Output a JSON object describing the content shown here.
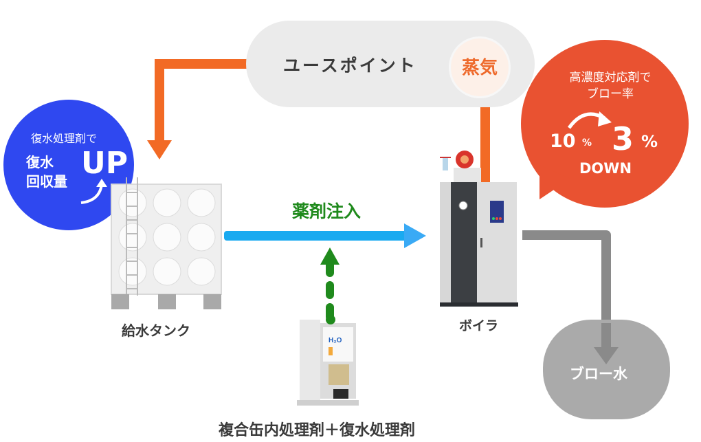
{
  "diagram": {
    "use_point": {
      "label": "ユースポイント",
      "steam_label": "蒸気"
    },
    "recovery_bubble": {
      "caption": "復水処理剤で",
      "subject": "復水回収量",
      "subject_line1": "復水",
      "subject_line2": "回収量",
      "effect": "UP",
      "color": "#2f48f0"
    },
    "blow_bubble": {
      "caption_line1": "高濃度対応剤で",
      "caption_line2": "ブロー率",
      "before_value": "10",
      "before_unit": "%",
      "after_value": "3",
      "after_unit": "%",
      "effect": "DOWN",
      "color": "#e95231"
    },
    "feed_tank": {
      "label": "給水タンク"
    },
    "boiler": {
      "label": "ボイラ"
    },
    "injection": {
      "label": "薬剤注入",
      "color": "#1f8a1c"
    },
    "blow_water": {
      "label": "ブロー水"
    },
    "chemical_unit": {
      "label": "複合缶内処理剤＋復水処理剤",
      "brand": "H2O"
    },
    "colors": {
      "steam_flow": "#f26a25",
      "feed_flow": "#1aaaf0",
      "blow_flow": "#8a8a8a"
    }
  }
}
